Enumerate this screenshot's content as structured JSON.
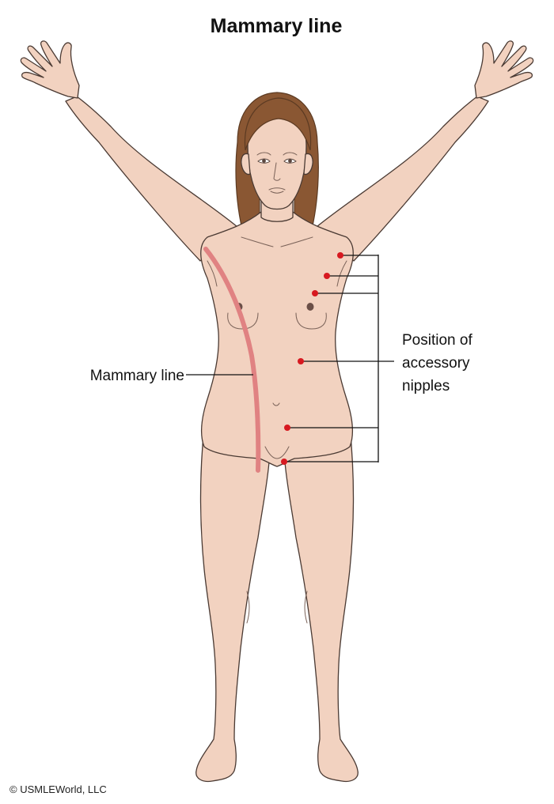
{
  "title": "Mammary line",
  "labels": {
    "mammary_line": "Mammary line",
    "accessory_nipples": [
      "Position of",
      "accessory",
      "nipples"
    ]
  },
  "copyright": "© USMLEWorld, LLC",
  "colors": {
    "skin": "#f2d2c0",
    "outline": "#4a3a33",
    "hair": "#8a5733",
    "mammary_line": "#e08282",
    "accessory_nipple_dot": "#d71920",
    "nipple": "#6b4f47"
  },
  "accessory_nipple_sites": [
    "axilla",
    "upper chest",
    "above breast",
    "abdomen",
    "groin",
    "inner thigh"
  ]
}
